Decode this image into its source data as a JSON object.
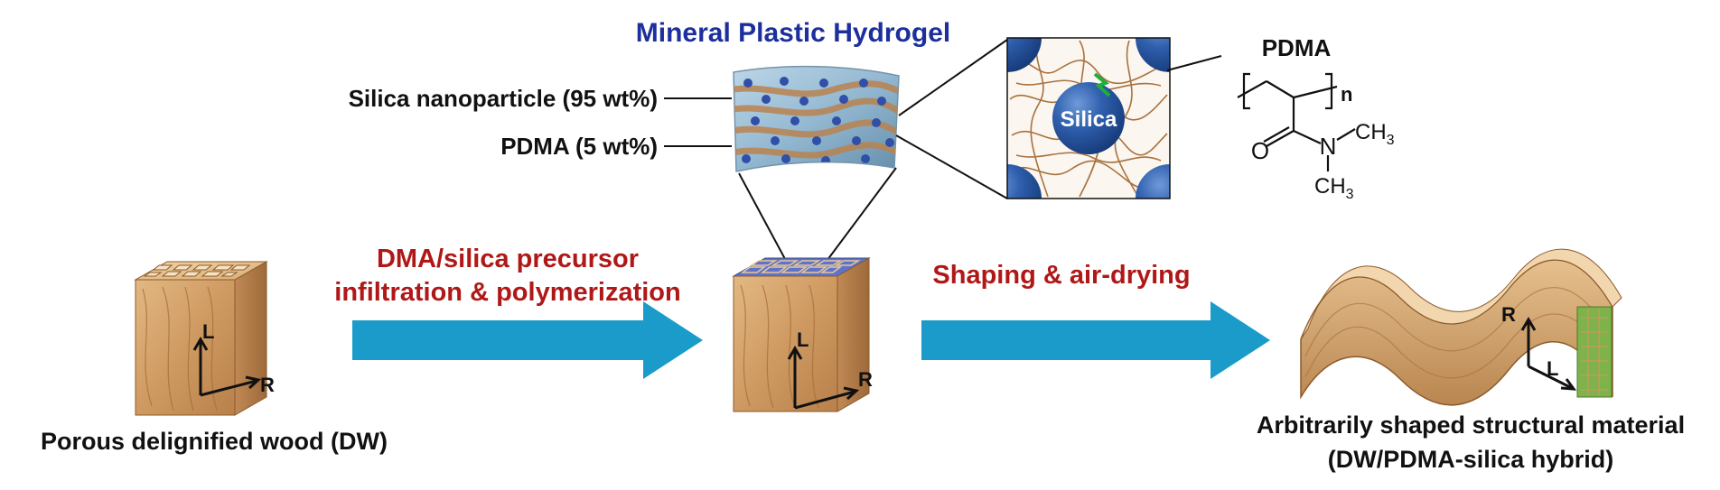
{
  "labels": {
    "hydrogel_title": "Mineral Plastic Hydrogel",
    "silica_nanoparticle": "Silica nanoparticle (95 wt%)",
    "pdma_fraction": "PDMA (5 wt%)",
    "silica_particle": "Silica",
    "step1_line1": "DMA/silica precursor",
    "step1_line2": "infiltration & polymerization",
    "step2": "Shaping & air-drying",
    "input_caption": "Porous delignified wood (DW)",
    "output_caption_line1": "Arbitrarily shaped structural material",
    "output_caption_line2": "(DW/PDMA-silica hybrid)"
  },
  "axes": {
    "longitudinal": "L",
    "radial": "R"
  },
  "chemistry": {
    "polymer": "PDMA",
    "repeat": "n",
    "oxygen": "O",
    "nitrogen": "N",
    "methyl": "CH",
    "methyl_sub": "3"
  },
  "colors": {
    "arrow": "#1a9bc9",
    "step_text": "#b01818",
    "title_text": "#1c2f9c",
    "silica": "#1f4b9a",
    "polymer": "#b8834f",
    "wood": "#d2a06a"
  }
}
